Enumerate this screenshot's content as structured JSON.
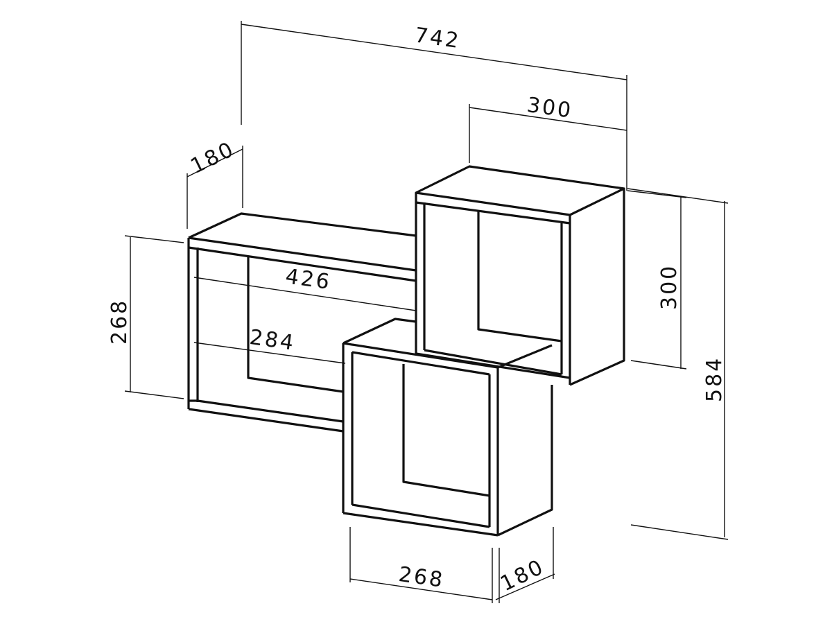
{
  "title": "Wall shelf dimension drawing",
  "dimensions": {
    "overall_width": "742",
    "top_box_width": "300",
    "left_depth": "180",
    "left_box_width": "426",
    "left_inner_width": "284",
    "left_height": "268",
    "right_box_height": "300",
    "overall_height": "584",
    "bottom_box_width": "268",
    "bottom_depth": "180"
  }
}
